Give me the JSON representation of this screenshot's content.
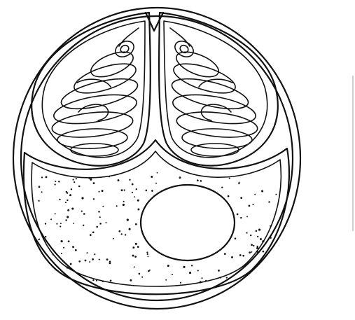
{
  "diagram": {
    "colors": {
      "ink": "#111111",
      "paper": "#ffffff"
    },
    "parts": {
      "outer_wall": "outer-wall",
      "inner_wall": "inner-wall",
      "left_coil": "left-coiled-structure",
      "right_coil": "right-coiled-structure",
      "granular_region": "stippled-cytoplasm",
      "round_body": "round-body",
      "edge_mark": "right-edge-mark"
    }
  }
}
